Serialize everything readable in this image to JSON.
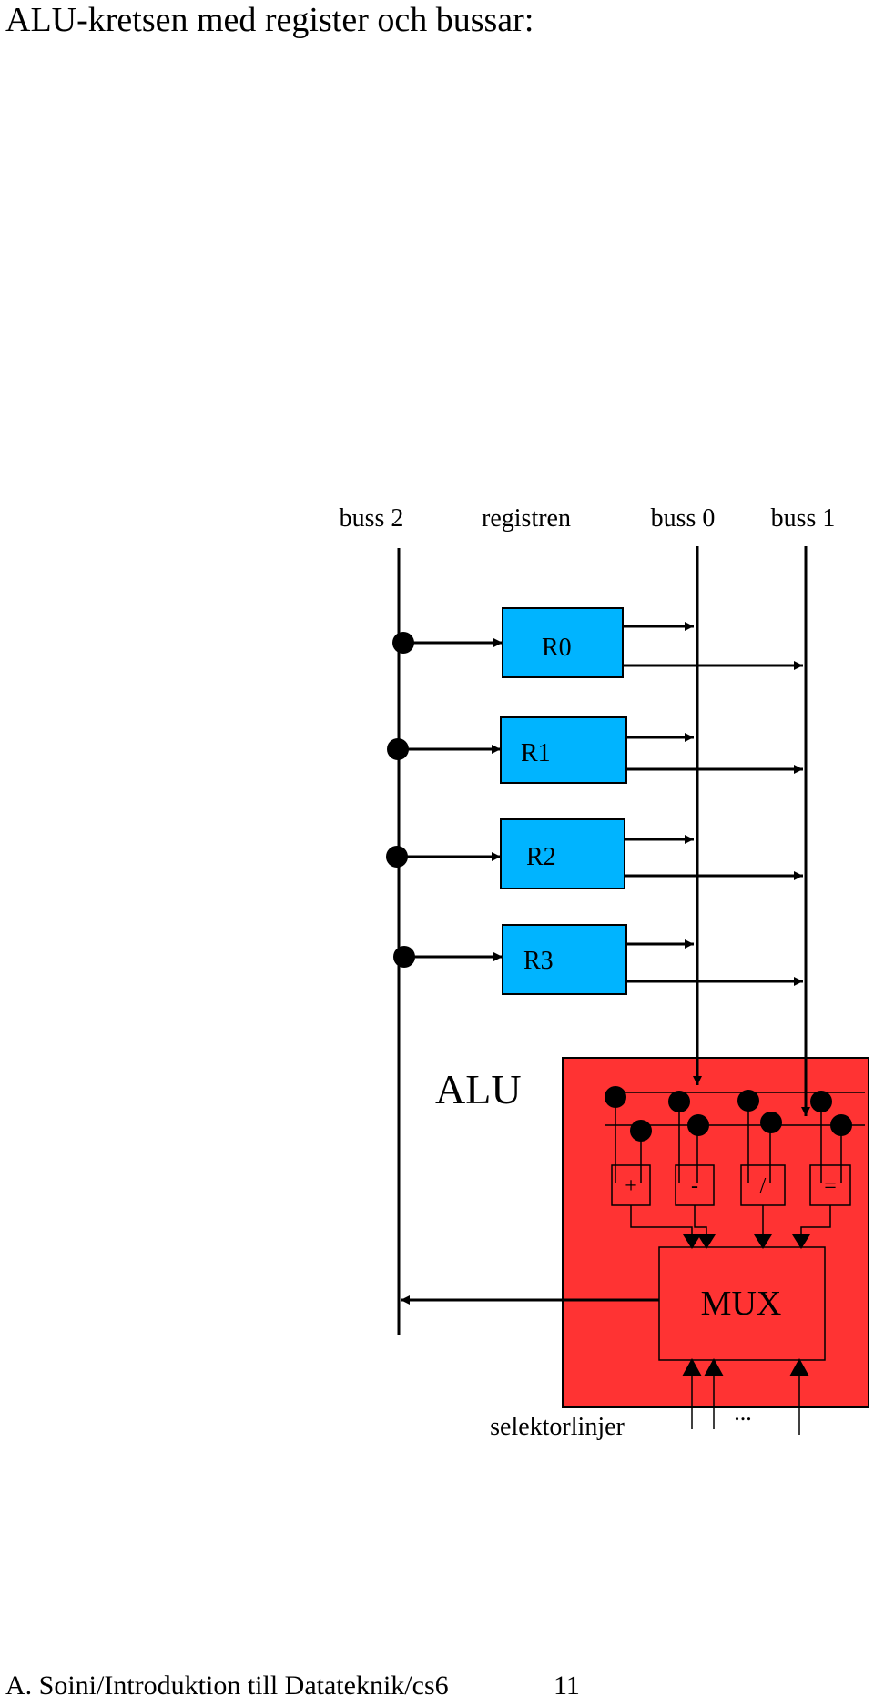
{
  "page": {
    "title": "ALU-kretsen med register och bussar:",
    "footer": "A. Soini/Introduktion till Datateknik/cs6",
    "page_number": "11"
  },
  "diagram": {
    "bus_labels": {
      "buss2": "buss 2",
      "registers": "registren",
      "buss0": "buss 0",
      "buss1": "buss 1"
    },
    "registers": [
      "R0",
      "R1",
      "R2",
      "R3"
    ],
    "alu_label": "ALU",
    "operations": [
      "+",
      "-",
      "/",
      "="
    ],
    "mux_label": "MUX",
    "selector_label": "selektorlinjer",
    "ellipsis": "...",
    "colors": {
      "register_fill": "#00b4ff",
      "alu_fill": "#ff3333",
      "line": "#000000"
    }
  }
}
